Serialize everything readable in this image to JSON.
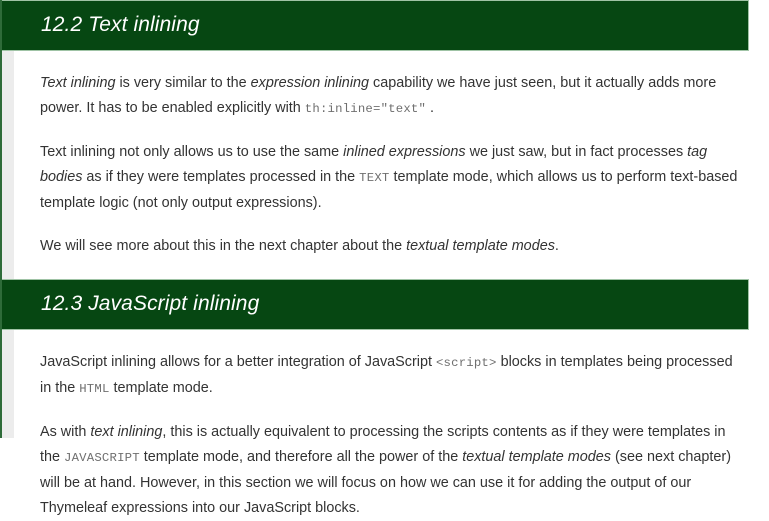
{
  "theme": {
    "heading_bar_bg": "#064712",
    "heading_bar_border": "#9fc3a5",
    "heading_text_color": "#ffffff",
    "body_text_color": "#333333",
    "code_text_color": "#6f6f6f",
    "gutter_color": "#ececec",
    "left_rule_color": "#2e6b39",
    "page_bg": "#ffffff"
  },
  "sections": [
    {
      "number": "12.2",
      "title": "12.2 Text inlining",
      "paragraphs": [
        {
          "runs": [
            {
              "type": "em",
              "text": "Text inlining"
            },
            {
              "type": "text",
              "text": " is very similar to the "
            },
            {
              "type": "em",
              "text": "expression inlining"
            },
            {
              "type": "text",
              "text": " capability we have just seen, but it actually adds more power. It has to be enabled explicitly with "
            },
            {
              "type": "code",
              "text": "th:inline=\"text\""
            },
            {
              "type": "text",
              "text": " ."
            }
          ]
        },
        {
          "runs": [
            {
              "type": "text",
              "text": "Text inlining not only allows us to use the same "
            },
            {
              "type": "em",
              "text": "inlined expressions"
            },
            {
              "type": "text",
              "text": " we just saw, but in fact processes "
            },
            {
              "type": "em",
              "text": "tag bodies"
            },
            {
              "type": "text",
              "text": " as if they were templates processed in the "
            },
            {
              "type": "code",
              "text": "TEXT"
            },
            {
              "type": "text",
              "text": " template mode, which allows us to perform text-based template logic (not only output expressions)."
            }
          ]
        },
        {
          "runs": [
            {
              "type": "text",
              "text": "We will see more about this in the next chapter about the "
            },
            {
              "type": "em",
              "text": "textual template modes"
            },
            {
              "type": "text",
              "text": "."
            }
          ]
        }
      ]
    },
    {
      "number": "12.3",
      "title": "12.3 JavaScript inlining",
      "paragraphs": [
        {
          "runs": [
            {
              "type": "text",
              "text": "JavaScript inlining allows for a better integration of JavaScript "
            },
            {
              "type": "code",
              "text": "<script>"
            },
            {
              "type": "text",
              "text": " blocks in templates being processed in the "
            },
            {
              "type": "code",
              "text": "HTML"
            },
            {
              "type": "text",
              "text": " template mode."
            }
          ]
        },
        {
          "runs": [
            {
              "type": "text",
              "text": "As with "
            },
            {
              "type": "em",
              "text": "text inlining"
            },
            {
              "type": "text",
              "text": ", this is actually equivalent to processing the scripts contents as if they were templates in the "
            },
            {
              "type": "code",
              "text": "JAVASCRIPT"
            },
            {
              "type": "text",
              "text": " template mode, and therefore all the power of the "
            },
            {
              "type": "em",
              "text": "textual template modes"
            },
            {
              "type": "text",
              "text": " (see next chapter) will be at hand. However, in this section we will focus on how we can use it for adding the output of our Thymeleaf expressions into our JavaScript blocks."
            }
          ]
        }
      ]
    }
  ]
}
